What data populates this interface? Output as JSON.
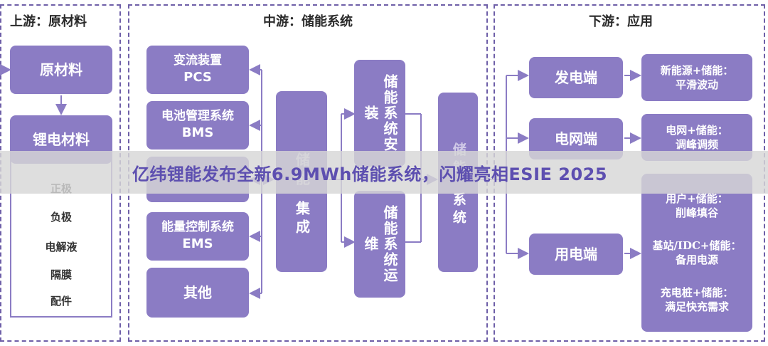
{
  "upstream": {
    "title": "上游：原材料",
    "raw_materials": "原材料",
    "lithium_materials": "锂电材料",
    "components": [
      "正极",
      "负极",
      "电解液",
      "隔膜",
      "配件"
    ]
  },
  "midstream": {
    "title": "中游：储能系统",
    "pcs": {
      "line1": "变流装置",
      "line2": "PCS"
    },
    "bms": {
      "line1": "电池管理系统",
      "line2": "BMS"
    },
    "ems": {
      "line1": "能量控制系统",
      "line2": "EMS"
    },
    "other": "其他",
    "integration_hidden": "储能",
    "integration_suffix": "集成",
    "install": "储能系统安装",
    "maintain": "储能系统运维",
    "system_top": "储能",
    "system_bottom": "系统"
  },
  "downstream": {
    "title": "下游：应用",
    "apps": [
      {
        "label": "发电端",
        "benefits": [
          {
            "line1": "新能源+储能：",
            "line2": "平滑波动"
          }
        ]
      },
      {
        "label": "电网端",
        "benefits": [
          {
            "line1": "电网+储能：",
            "line2": "调峰调频"
          }
        ]
      },
      {
        "label": "用电端",
        "benefits": [
          {
            "line1": "用户+储能：",
            "line2": "削峰填谷"
          },
          {
            "line1": "基站/IDC+储能：",
            "line2": "备用电源"
          },
          {
            "line1": "充电桩+储能：",
            "line2": "满足快充需求"
          }
        ]
      }
    ]
  },
  "banner": {
    "text": "亿纬锂能发布全新6.9MWh储能系统，闪耀亮相ESIE 2025"
  },
  "colors": {
    "box": "#8b7cc4",
    "border": "#6e5fa8",
    "banner_text": "#5d4fb0"
  }
}
